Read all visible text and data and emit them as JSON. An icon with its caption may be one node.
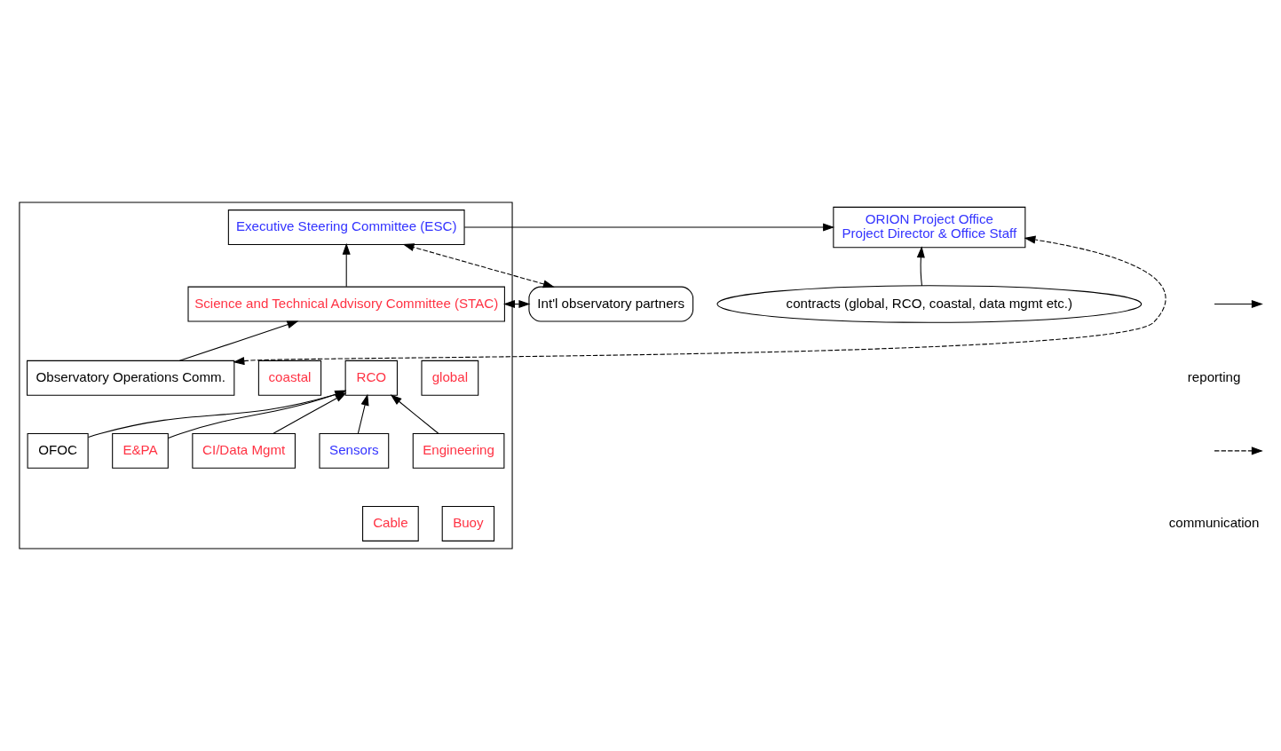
{
  "diagram": {
    "nodes": [
      {
        "text": [],
        "shape": "box"
      },
      {
        "text": [
          "Int'l observatory partners"
        ]
      },
      {
        "text": [
          "Executive Steering Committee (ESC)"
        ],
        "in": 0
      },
      {
        "text": [
          "ORION Project Office",
          "Project Director & Office Staff"
        ]
      },
      {
        "text": [
          "Observatory Operations Comm."
        ],
        "in": 0
      },
      {
        "text": [
          "Science and Technical Advisory Committee (STAC)"
        ],
        "in": 0
      },
      {
        "text": [
          "coastal"
        ],
        "in": 0
      },
      {
        "text": [
          "RCO"
        ],
        "in": 0
      },
      {
        "text": [
          "global"
        ],
        "in": 0
      },
      {
        "text": [
          "contracts (global, RCO, coastal, data mgmt etc.)"
        ]
      },
      {
        "text": [
          "Sensors"
        ],
        "in": 0
      },
      {
        "text": [
          "CI/Data Mgmt"
        ],
        "in": 0
      },
      {
        "text": [
          "Engineering"
        ],
        "in": 0
      },
      {
        "text": [
          "Buoy"
        ],
        "in": 0
      },
      {
        "text": [
          "Cable"
        ],
        "in": 0
      },
      {
        "text": [
          "E&PA"
        ],
        "in": 0
      },
      {
        "text": [
          "OFOC"
        ],
        "in": 0
      }
    ],
    "edges": [
      {
        "from": 1,
        "to": 2,
        "arrow": "both",
        "style": "dashed"
      },
      {
        "from": 1,
        "to": 5,
        "arrow": "both",
        "style": "dashed"
      },
      {
        "from": 2,
        "to": 3,
        "arrow": "to"
      },
      {
        "from": 5,
        "to": 2,
        "arrow": "to"
      },
      {
        "from": 4,
        "to": 5,
        "arrow": "to"
      },
      {
        "from": 4,
        "to": 3,
        "arrow": "both",
        "style": "dashed"
      },
      {
        "from": 9,
        "to": 3,
        "arrow": "to"
      },
      {
        "from": 10,
        "to": 7,
        "arrow": "to"
      },
      {
        "from": 11,
        "to": 7,
        "arrow": "to"
      },
      {
        "from": 12,
        "to": 7,
        "arrow": "to"
      },
      {
        "from": 15,
        "to": 7,
        "arrow": "to"
      },
      {
        "from": 16,
        "to": 7,
        "arrow": "to"
      }
    ],
    "legend": [
      {
        "text": "reporting"
      },
      {
        "text": "communication"
      }
    ]
  }
}
